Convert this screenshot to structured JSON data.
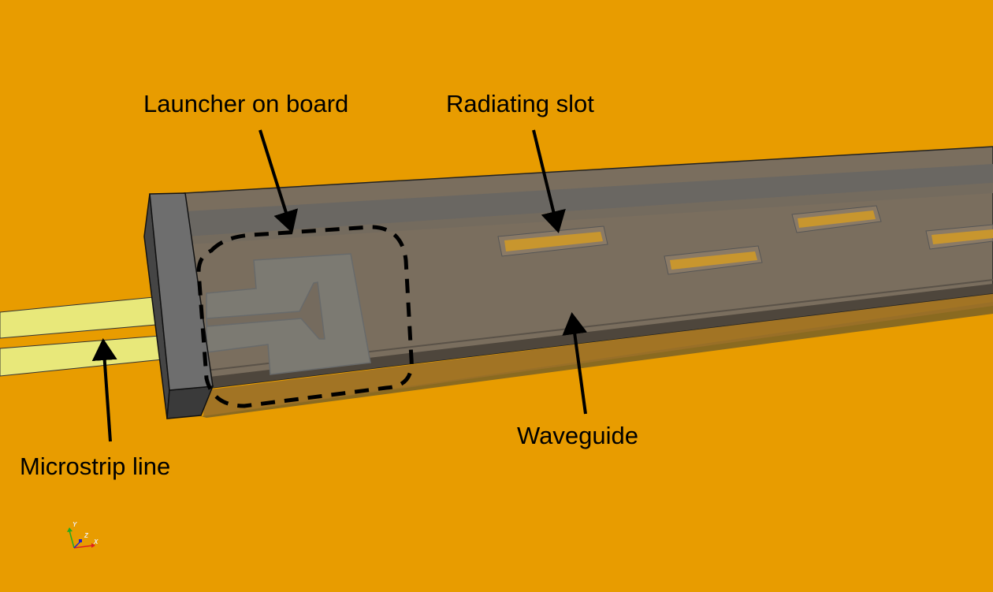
{
  "labels": {
    "launcher": "Launcher on board",
    "slot": "Radiating slot",
    "waveguide": "Waveguide",
    "microstrip": "Microstrip line"
  },
  "axes": {
    "x": "X",
    "y": "Y",
    "z": "Z"
  },
  "colors": {
    "background": "#E89C00",
    "microstrip": "#E8E87A",
    "waveguide": "#7A6E5E",
    "flange": "#6E6E6E",
    "slot": "#C8962E"
  }
}
